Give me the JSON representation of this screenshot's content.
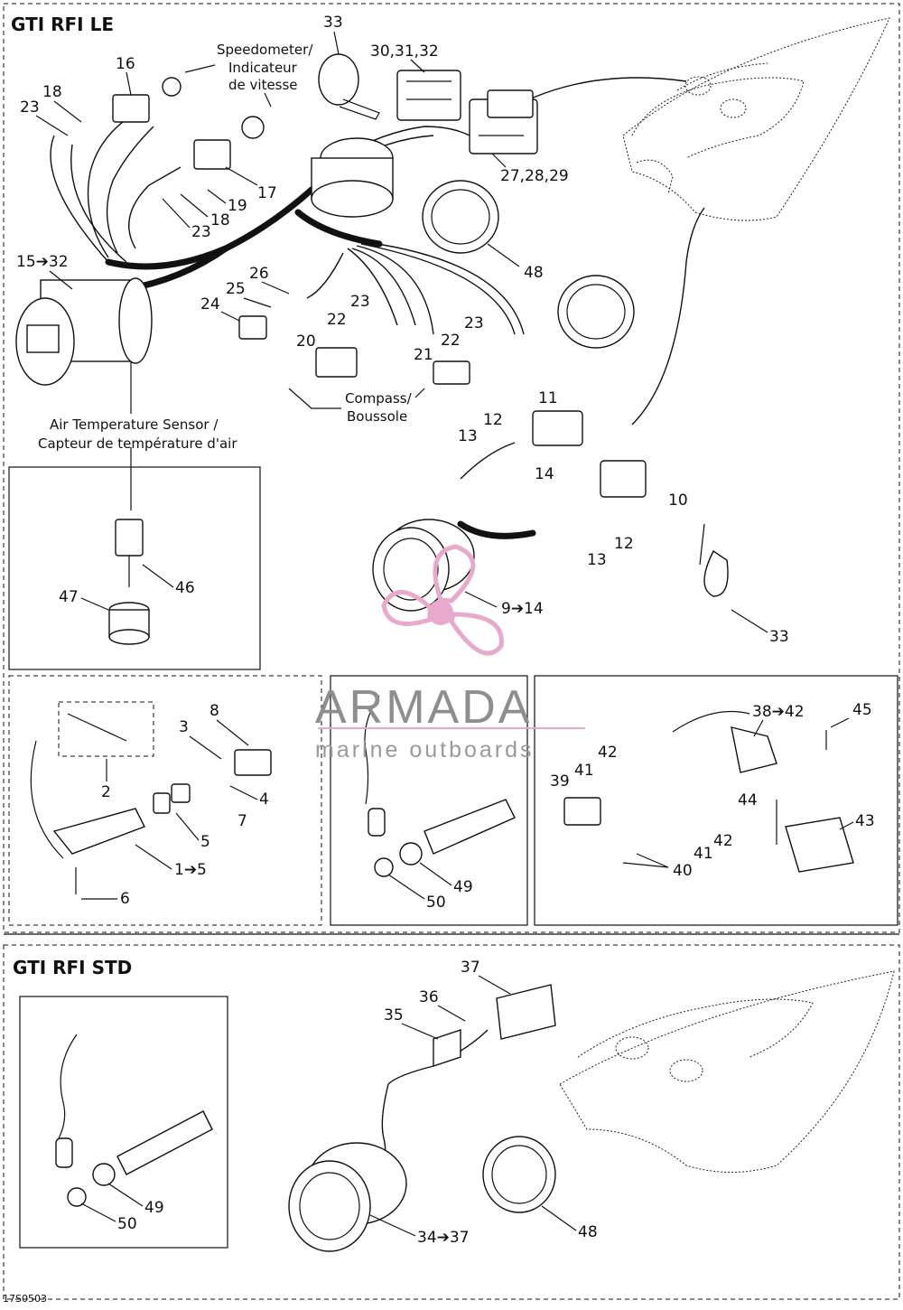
{
  "sections": {
    "le_title": "GTI RFI LE",
    "std_title": "GTI RFI STD"
  },
  "annotations": {
    "speedometer_line1": "Speedometer/",
    "speedometer_line2": "Indicateur",
    "speedometer_line3": "de vitesse",
    "air_temp_line1": "Air Temperature Sensor /",
    "air_temp_line2": "Capteur de température d'air",
    "compass_line1": "Compass/",
    "compass_line2": "Boussole"
  },
  "callouts_le": {
    "c33a": "33",
    "c30": "30,31,32",
    "c16": "16",
    "c18a": "18",
    "c23a": "23",
    "c17": "17",
    "c19": "19",
    "c18b": "18",
    "c23b": "23",
    "c27": "27,28,29",
    "c48a": "48",
    "c15": "15➔32",
    "c26": "26",
    "c25": "25",
    "c24": "24",
    "c23c": "23",
    "c22a": "22",
    "c20": "20",
    "c23d": "23",
    "c22b": "22",
    "c21": "21",
    "c11": "11",
    "c12a": "12",
    "c13a": "13",
    "c14": "14",
    "c10": "10",
    "c12b": "12",
    "c13b": "13",
    "c9": "9➔14",
    "c33b": "33",
    "c46": "46",
    "c47": "47"
  },
  "callouts_mid": {
    "c8": "8",
    "c3": "3",
    "c2": "2",
    "c4": "4",
    "c7": "7",
    "c5": "5",
    "c1": "1➔5",
    "c6": "6",
    "c49": "49",
    "c50": "50",
    "c38": "38➔42",
    "c45": "45",
    "c42a": "42",
    "c41a": "41",
    "c39": "39",
    "c44": "44",
    "c43": "43",
    "c42b": "42",
    "c41b": "41",
    "c40": "40"
  },
  "callouts_std": {
    "c37": "37",
    "c36": "36",
    "c35": "35",
    "c50": "50",
    "c49": "49",
    "c34": "34➔37",
    "c48": "48"
  },
  "watermark": {
    "brand": "ARMADA",
    "tagline": "marine outboards",
    "color": "#e8a9cc"
  },
  "footer": {
    "code": "17S0503"
  }
}
